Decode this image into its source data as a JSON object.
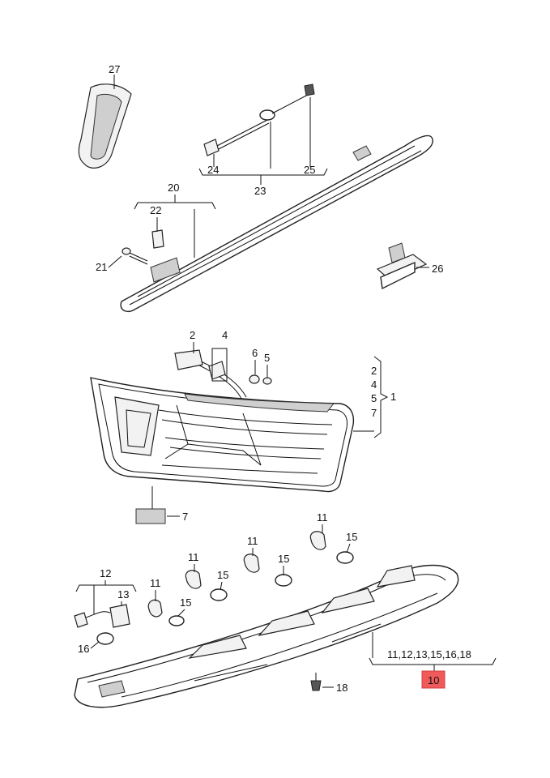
{
  "diagram": {
    "callouts": {
      "c27": "27",
      "c24": "24",
      "c25": "25",
      "c23": "23",
      "c20": "20",
      "c22": "22",
      "c21": "21",
      "c26": "26",
      "c2": "2",
      "c4": "4",
      "c6": "6",
      "c5": "5",
      "c7": "7",
      "group1_items": [
        "2",
        "4",
        "5",
        "7"
      ],
      "group1_total": "1",
      "c11a": "11",
      "c11b": "11",
      "c11c": "11",
      "c11d": "11",
      "c15a": "15",
      "c15b": "15",
      "c15c": "15",
      "c15d": "15",
      "c12": "12",
      "c13": "13",
      "c16": "16",
      "c18": "18",
      "group10_items": "11,12,13,15,16,18",
      "group10_total": "10"
    },
    "colors": {
      "highlight": "#f05a5a",
      "line": "#111111"
    }
  }
}
